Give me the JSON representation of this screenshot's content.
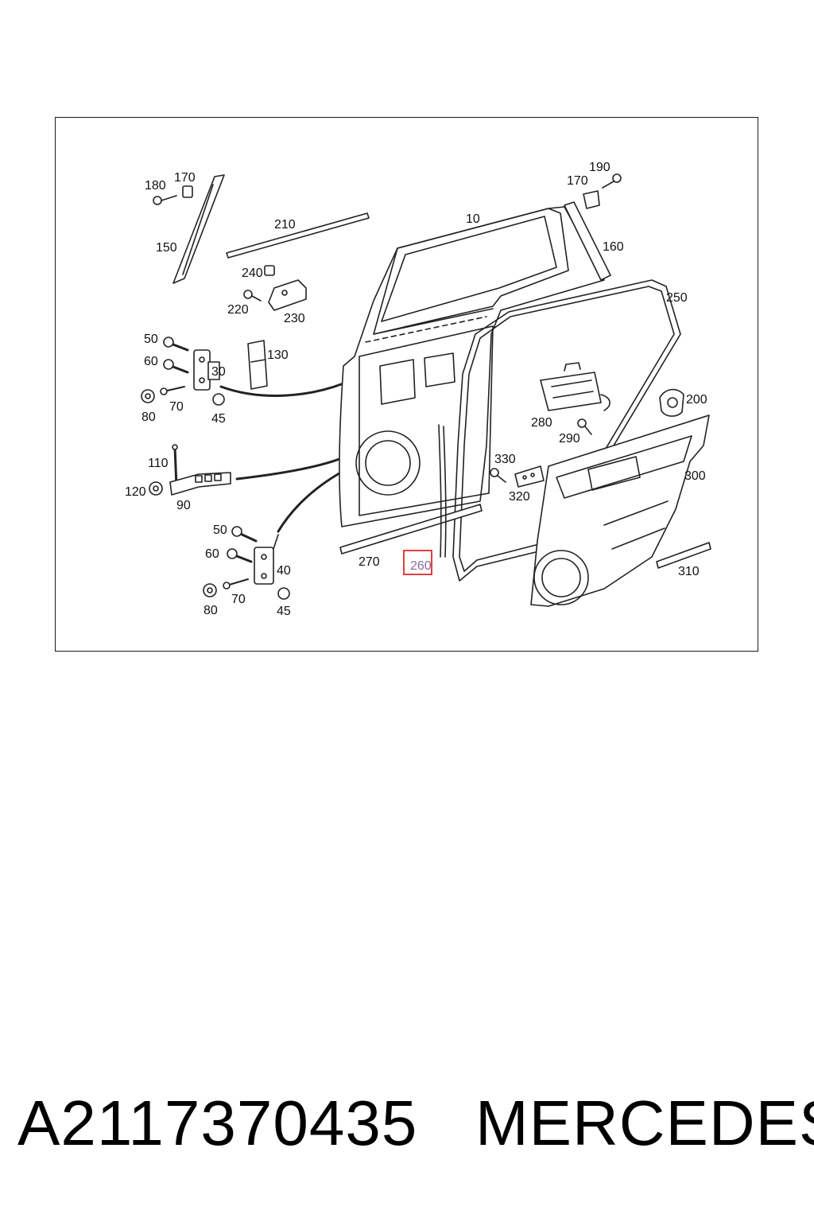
{
  "diagram": {
    "labels": {
      "p10": "10",
      "p30": "30",
      "p40": "40",
      "p45a": "45",
      "p45b": "45",
      "p50a": "50",
      "p50b": "50",
      "p60a": "60",
      "p60b": "60",
      "p70a": "70",
      "p70b": "70",
      "p80a": "80",
      "p80b": "80",
      "p90": "90",
      "p110": "110",
      "p120": "120",
      "p130": "130",
      "p150": "150",
      "p160": "160",
      "p170a": "170",
      "p170b": "170",
      "p180": "180",
      "p190": "190",
      "p200": "200",
      "p210": "210",
      "p220": "220",
      "p230": "230",
      "p240": "240",
      "p250": "250",
      "p260": "260",
      "p270": "270",
      "p280": "280",
      "p290": "290",
      "p300": "300",
      "p310": "310",
      "p320": "320",
      "p330": "330"
    },
    "highlighted_part": "260",
    "highlight_color": "#e0282e"
  },
  "footer": {
    "part_number": "A2117370435",
    "brand": "MERCEDES"
  }
}
